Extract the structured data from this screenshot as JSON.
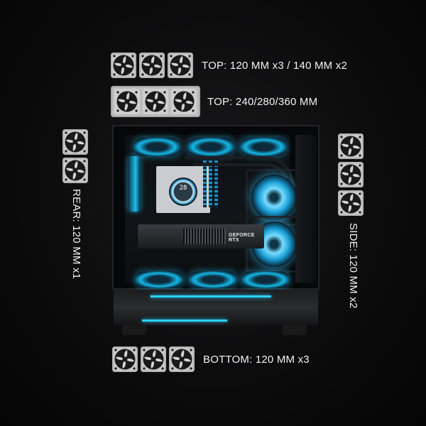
{
  "labels": {
    "top_fans": "TOP: 120 MM x3 / 140 MM x2",
    "top_radiator": "TOP: 240/280/360 MM",
    "rear": "REAR: 120 MM x1",
    "side": "SIDE: 120 MM x2",
    "bottom": "BOTTOM: 120 MM x3"
  },
  "product": {
    "gpu_label": "GEFORCE RTX",
    "pump_display": "28"
  },
  "icons": {
    "fan": "fan-icon",
    "radiator": "radiator-icon"
  },
  "colors": {
    "background": "#0c0c0d",
    "accent_blue": "#2ad2ff",
    "fan_icon": "#c9c9c9",
    "text": "#f2f2f2"
  }
}
